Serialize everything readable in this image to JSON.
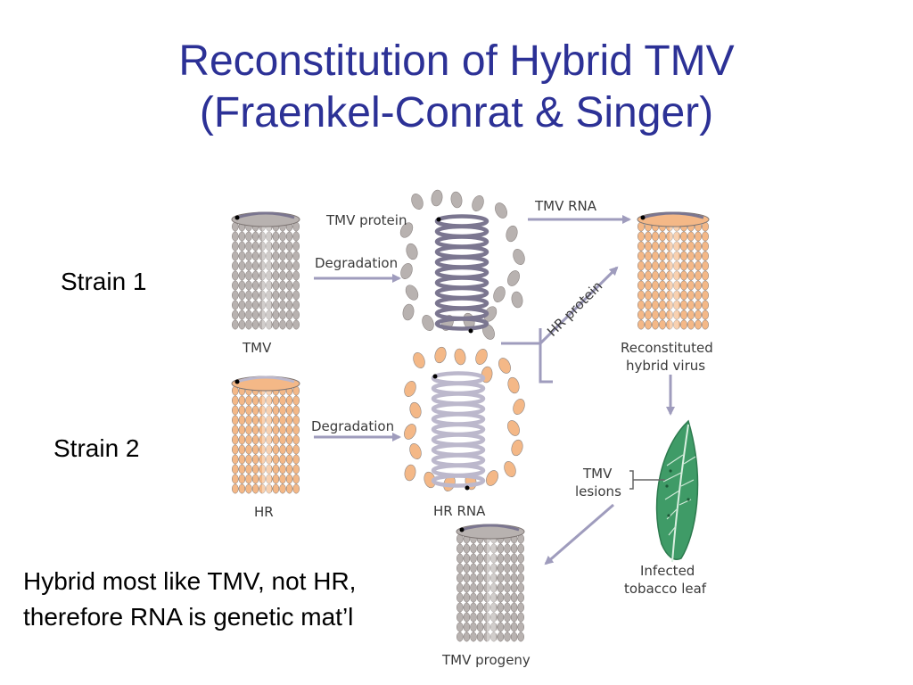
{
  "title": {
    "line1": "Reconstitution of Hybrid TMV",
    "line2": "(Fraenkel-Conrat & Singer)"
  },
  "labels": {
    "strain1": "Strain 1",
    "strain2": "Strain 2"
  },
  "conclusion": {
    "line1": "Hybrid most like TMV, not HR,",
    "line2": "therefore RNA is genetic mat’l"
  },
  "diagram": {
    "tmv_label": "TMV",
    "hr_label": "HR",
    "tmv_protein": "TMV protein",
    "degradation_1": "Degradation",
    "degradation_2": "Degradation",
    "tmv_rna": "TMV RNA",
    "hr_protein": "HR protein",
    "hr_rna": "HR RNA",
    "reconstituted_line1": "Reconstituted",
    "reconstituted_line2": "hybrid virus",
    "tmv_lesions_line1": "TMV",
    "tmv_lesions_line2": "lesions",
    "infected_line1": "Infected",
    "infected_line2": "tobacco leaf",
    "progeny": "TMV progeny"
  },
  "colors": {
    "title": "#2c3196",
    "tmv_protein": "#b8b2b0",
    "hr_protein": "#f4b887",
    "tmv_rna_coil": "#7b7690",
    "hr_rna_coil": "#bcb8cc",
    "arrow": "#9f9cbd",
    "leaf": "#3f9b67"
  }
}
